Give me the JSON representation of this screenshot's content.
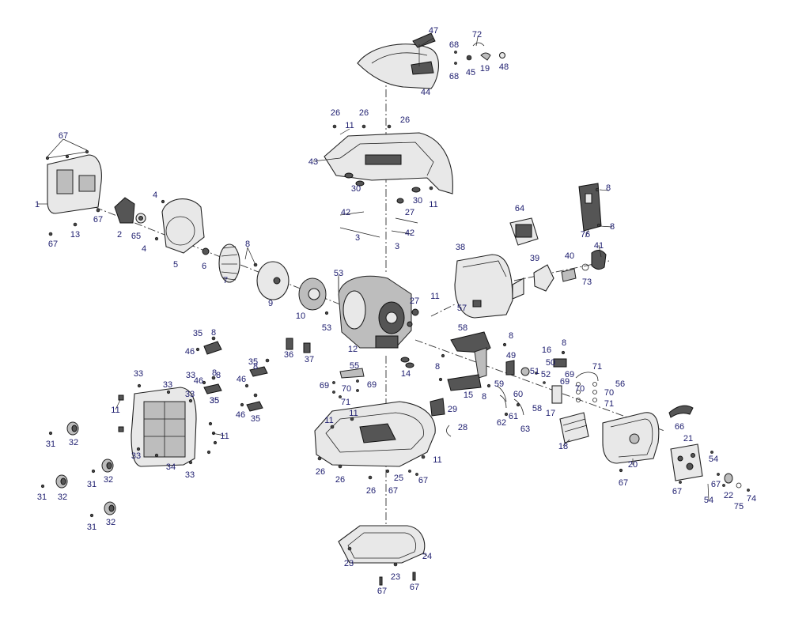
{
  "callouts": [
    "47",
    "72",
    "68",
    "68",
    "45",
    "19",
    "48",
    "44",
    "26",
    "26",
    "26",
    "11",
    "43",
    "30",
    "30",
    "27",
    "11",
    "42",
    "42",
    "3",
    "3",
    "67",
    "1",
    "67",
    "13",
    "67",
    "2",
    "65",
    "4",
    "4",
    "5",
    "6",
    "8",
    "7",
    "9",
    "10",
    "53",
    "53",
    "12",
    "27",
    "11",
    "57",
    "58",
    "14",
    "64",
    "8",
    "8",
    "76",
    "38",
    "39",
    "40",
    "41",
    "73",
    "35",
    "8",
    "46",
    "8",
    "35",
    "36",
    "37",
    "46",
    "8",
    "35",
    "8",
    "46",
    "35",
    "46",
    "35",
    "55",
    "69",
    "70",
    "69",
    "71",
    "33",
    "33",
    "33",
    "33",
    "11",
    "11",
    "33",
    "34",
    "33",
    "31",
    "32",
    "31",
    "32",
    "31",
    "32",
    "31",
    "32",
    "8",
    "16",
    "8",
    "49",
    "50",
    "51",
    "52",
    "69",
    "70",
    "71",
    "56",
    "69",
    "70",
    "71",
    "8",
    "59",
    "60",
    "8",
    "15",
    "17",
    "62",
    "61",
    "58",
    "63",
    "29",
    "28",
    "11",
    "11",
    "11",
    "26",
    "26",
    "25",
    "67",
    "26",
    "67",
    "18",
    "20",
    "66",
    "21",
    "54",
    "67",
    "67",
    "54",
    "22",
    "67",
    "75",
    "74",
    "24",
    "23",
    "23",
    "67",
    "67"
  ]
}
